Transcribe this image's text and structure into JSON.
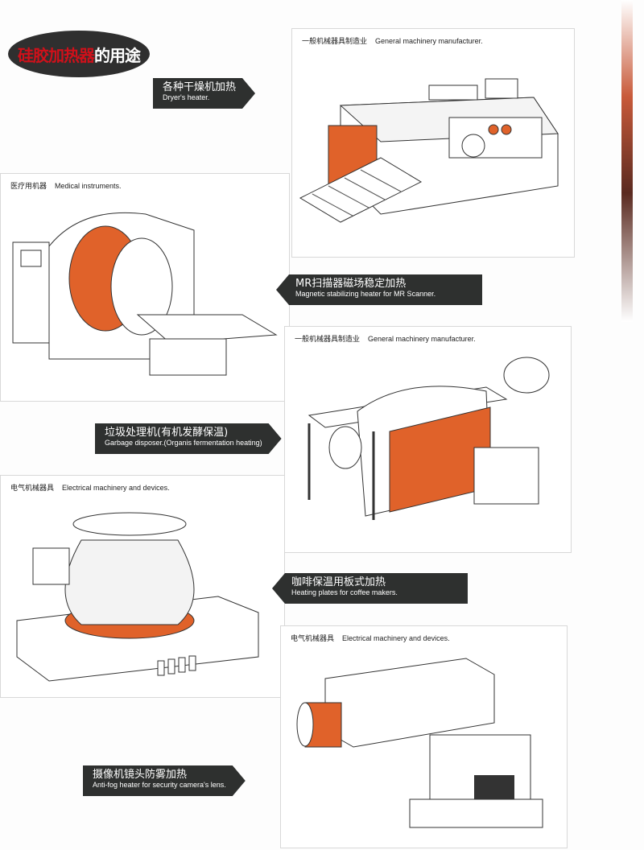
{
  "title": {
    "highlight": "硅胶加热器",
    "rest": "的用途"
  },
  "panels": [
    {
      "zh": "一般机械器具制造业",
      "en": "General machinery manufacturer."
    },
    {
      "zh": "医疗用机器",
      "en": "Medical instruments."
    },
    {
      "zh": "一般机械器具制造业",
      "en": "General machinery manufacturer."
    },
    {
      "zh": "电气机械器具",
      "en": "Electrical machinery and devices."
    },
    {
      "zh": "电气机械器具",
      "en": "Electrical machinery and devices."
    }
  ],
  "labels": [
    {
      "zh": "各种干燥机加热",
      "en": "Dryer's heater."
    },
    {
      "zh": "MR扫描器磁场稳定加热",
      "en": "Magnetic stabilizing heater for MR Scanner."
    },
    {
      "zh": "垃圾处理机(有机发酵保温)",
      "en": "Garbage disposer.(Organis fermentation heating)"
    },
    {
      "zh": "咖啡保温用板式加热",
      "en": "Heating plates for coffee makers."
    },
    {
      "zh": "摄像机镜头防雾加热",
      "en": "Anti-fog heater for security camera's lens."
    }
  ],
  "colors": {
    "heater": "#e0622a",
    "label_bg": "#2e302f",
    "title_red": "#d0101a"
  }
}
